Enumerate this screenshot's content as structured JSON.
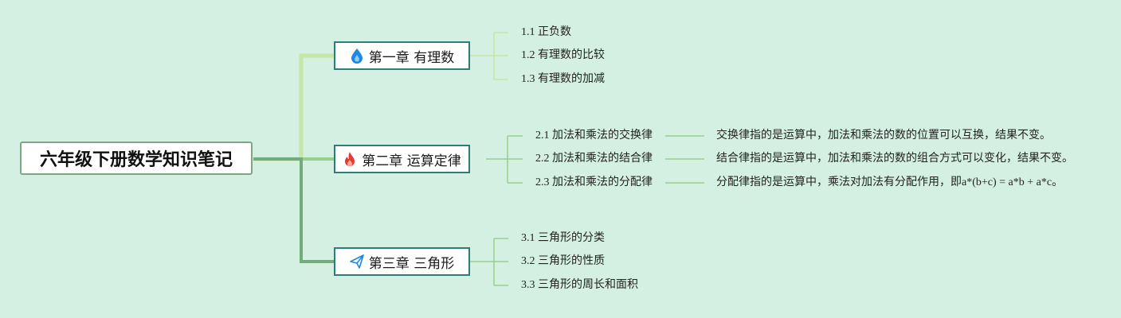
{
  "root": {
    "title": "六年级下册数学知识笔记"
  },
  "chapters": [
    {
      "label": "第一章 有理数",
      "icon": "water-drop-icon",
      "icon_color": "#1e88e5",
      "items": [
        {
          "label": "1.1 正负数"
        },
        {
          "label": "1.2 有理数的比较"
        },
        {
          "label": "1.3 有理数的加减"
        }
      ]
    },
    {
      "label": "第二章 运算定律",
      "icon": "fire-icon",
      "icon_color": "#e53935",
      "items": [
        {
          "label": "2.1 加法和乘法的交换律",
          "note": "交换律指的是运算中，加法和乘法的数的位置可以互换，结果不变。"
        },
        {
          "label": "2.2 加法和乘法的结合律",
          "note": "结合律指的是运算中，加法和乘法的数的组合方式可以变化，结果不变。"
        },
        {
          "label": "2.3 加法和乘法的分配律",
          "note": "分配律指的是运算中，乘法对加法有分配作用，即a*(b+c) = a*b + a*c。"
        }
      ]
    },
    {
      "label": "第三章 三角形",
      "icon": "paper-plane-icon",
      "icon_color": "#1e88e5",
      "items": [
        {
          "label": "3.1 三角形的分类"
        },
        {
          "label": "3.2 三角形的性质"
        },
        {
          "label": "3.3 三角形的周长和面积"
        }
      ]
    }
  ],
  "colors": {
    "background": "#d4f0e2",
    "branch_1": "#bfe3a0",
    "branch_2": "#94cf8a",
    "branch_3": "#6fa97a",
    "chapter_border": "#2e7d7a"
  }
}
